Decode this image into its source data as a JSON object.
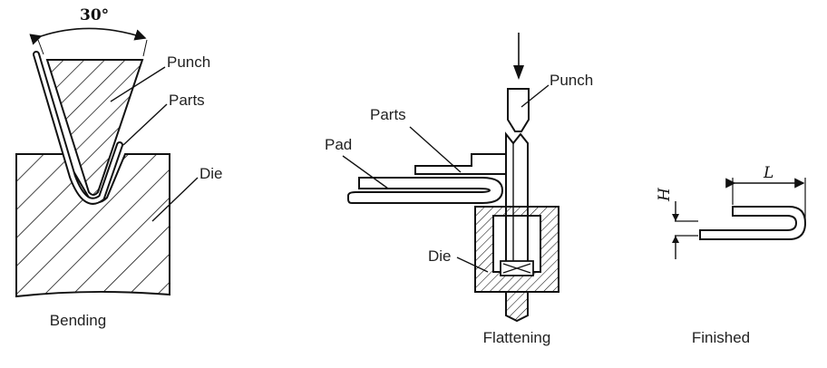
{
  "panels": {
    "bending": {
      "caption": "Bending",
      "angle": "30°",
      "labels": {
        "punch": "Punch",
        "parts": "Parts",
        "die": "Die"
      }
    },
    "flattening": {
      "caption": "Flattening",
      "labels": {
        "punch": "Punch",
        "parts": "Parts",
        "pad": "Pad",
        "die": "Die"
      }
    },
    "finished": {
      "caption": "Finished",
      "dims": {
        "height": "H",
        "length": "L"
      }
    }
  },
  "colors": {
    "ink": "#111111",
    "text": "#222222",
    "background": "#ffffff"
  }
}
